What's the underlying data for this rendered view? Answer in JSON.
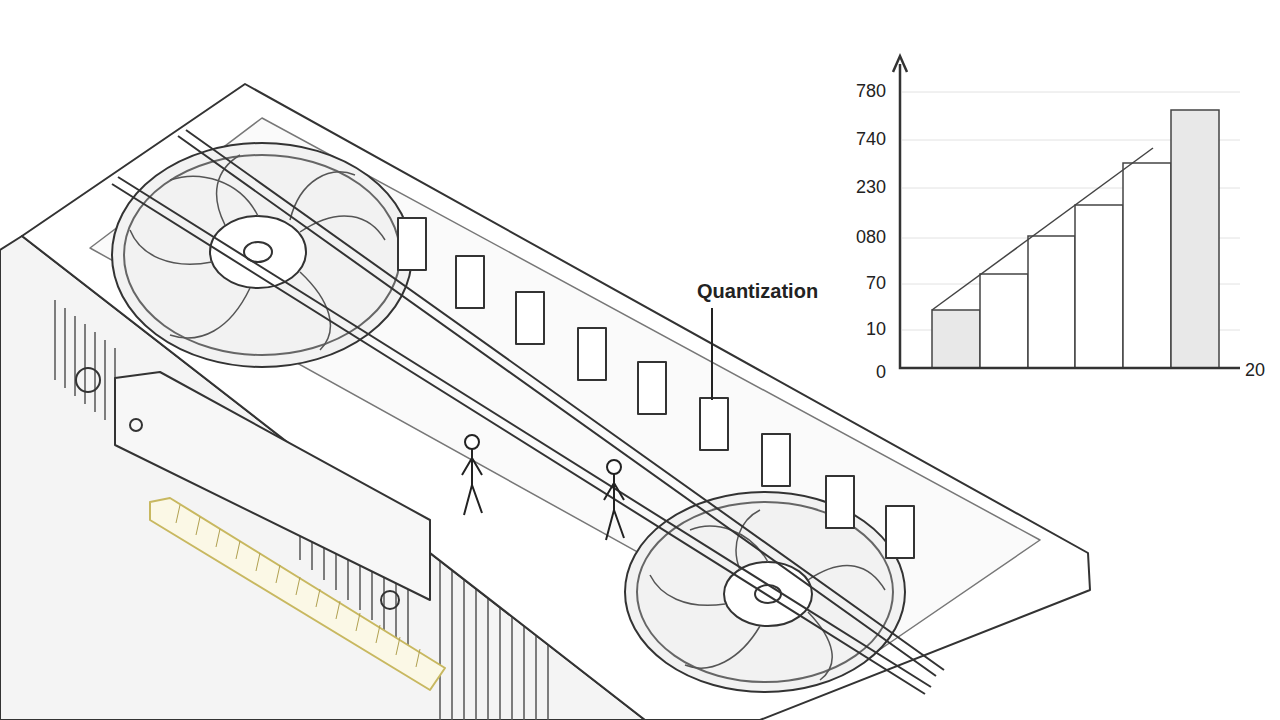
{
  "diagram": {
    "labels": [
      "Quantization",
      "780",
      "740",
      "230",
      "080",
      "70",
      "10",
      "0",
      "20"
    ]
  }
}
